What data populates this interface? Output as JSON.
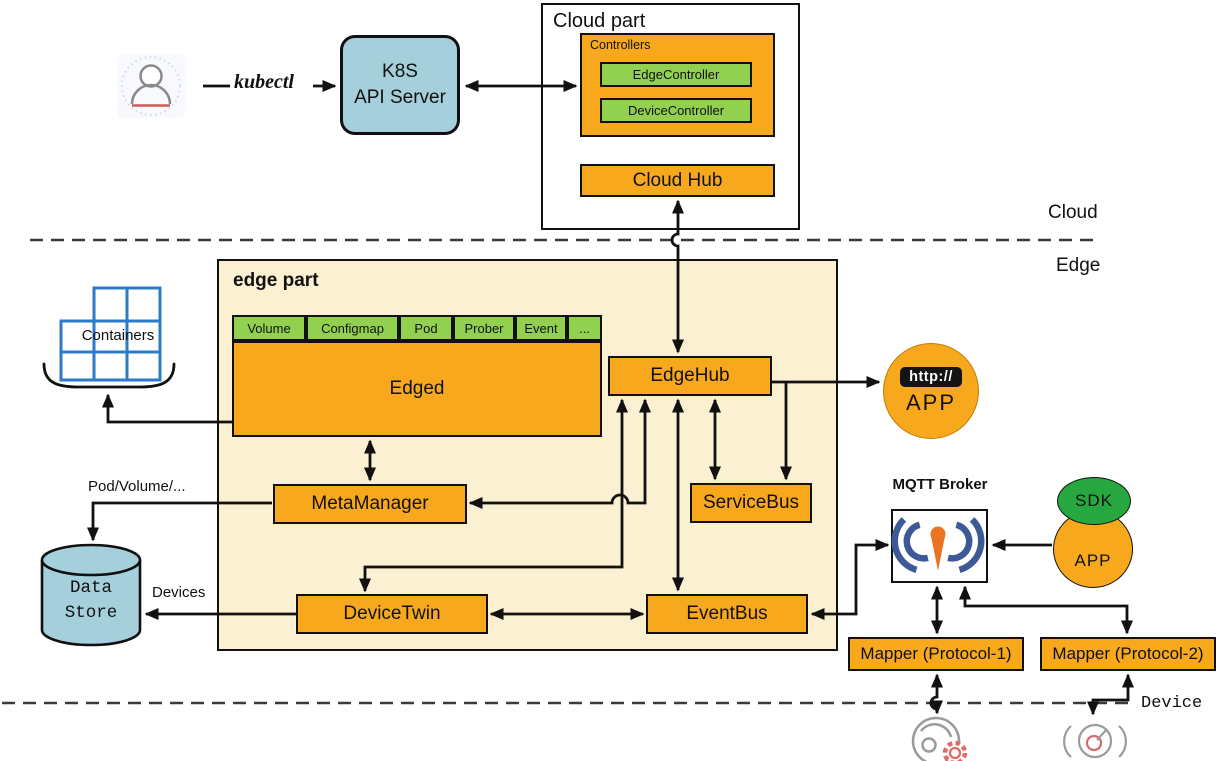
{
  "region_labels": {
    "cloud": "Cloud",
    "edge": "Edge",
    "device": "Device"
  },
  "cloud_section": {
    "kubectl_label": "kubectl",
    "k8s_api_server": {
      "line1": "K8S",
      "line2": "API Server"
    },
    "cloud_part": {
      "title": "Cloud part",
      "controllers_title": "Controllers",
      "controllers": [
        "EdgeController",
        "DeviceController"
      ],
      "cloud_hub": "Cloud Hub"
    }
  },
  "edge_section": {
    "title": "edge part",
    "tabs": [
      "Volume",
      "Configmap",
      "Pod",
      "Prober",
      "Event",
      "..."
    ],
    "edged": "Edged",
    "edge_hub": "EdgeHub",
    "service_bus": "ServiceBus",
    "meta_manager": "MetaManager",
    "device_twin": "DeviceTwin",
    "event_bus": "EventBus",
    "containers_label": "Containers",
    "data_store": {
      "line1": "Data",
      "line2": "Store"
    },
    "arrow_labels": {
      "pod_volume": "Pod/Volume/...",
      "devices": "Devices"
    }
  },
  "right_section": {
    "app_circle": {
      "badge": "http://",
      "label": "APP"
    },
    "mqtt_broker_label": "MQTT Broker",
    "sdk": "SDK",
    "sdk_app": "APP",
    "mapper1": "Mapper (Protocol-1)",
    "mapper2": "Mapper (Protocol-2)"
  },
  "colors": {
    "orange": "#F7A81C",
    "green_light": "#92D050",
    "green_dark": "#27A73F",
    "box_blue": "#A5CFDB",
    "edge_bg": "#FBF0D2",
    "container_blue": "#2B7BC9",
    "mqtt_blue": "#3D5A96",
    "mqtt_pin": "#E87424"
  }
}
